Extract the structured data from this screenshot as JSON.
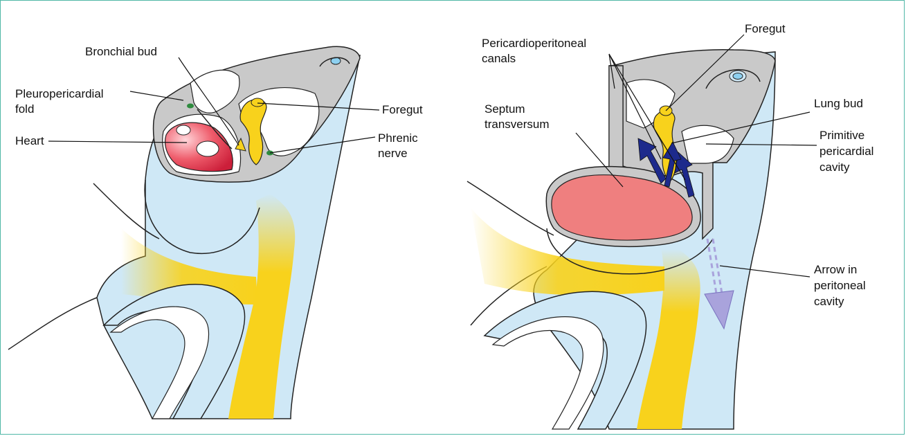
{
  "colors": {
    "frame": "#4fb7a6",
    "mesoderm_blue": "#cfe8f6",
    "gut_yellow": "#f8d21c",
    "section_gray": "#c9c9c9",
    "heart_red": "#e23a4c",
    "septum_pink": "#ef7f7f",
    "arrow_navy": "#1d2a8c",
    "arrow_lavender": "#a9a3dc"
  },
  "left_panel": {
    "labels": {
      "bronchial_bud": "Bronchial bud",
      "pleuropericardial_fold_1": "Pleuropericardial",
      "pleuropericardial_fold_2": "fold",
      "heart": "Heart",
      "foregut": "Foregut",
      "phrenic_nerve_1": "Phrenic",
      "phrenic_nerve_2": "nerve"
    }
  },
  "right_panel": {
    "labels": {
      "foregut": "Foregut",
      "pericardioperitoneal_1": "Pericardioperitoneal",
      "pericardioperitoneal_2": "canals",
      "septum_1": "Septum",
      "septum_2": "transversum",
      "lung_bud": "Lung bud",
      "primitive_1": "Primitive",
      "primitive_2": "pericardial",
      "primitive_3": "cavity",
      "arrow_1": "Arrow in",
      "arrow_2": "peritoneal",
      "arrow_3": "cavity"
    }
  }
}
